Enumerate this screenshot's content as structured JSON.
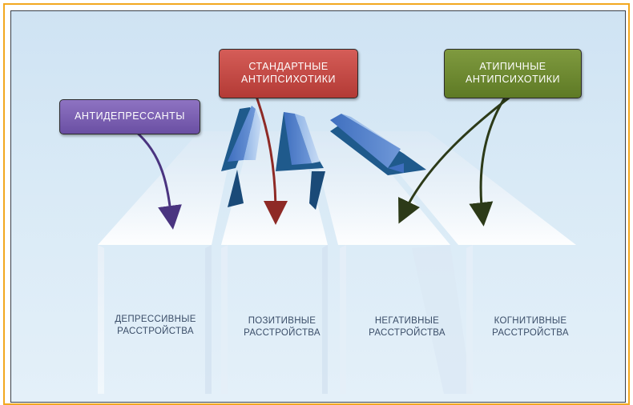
{
  "drug_classes": {
    "antidepressants": "АНТИДЕПРЕССАНТЫ",
    "standard": {
      "line1": "СТАНДАРТНЫЕ",
      "line2": "АНТИПСИХОТИКИ"
    },
    "atypical": {
      "line1": "АТИПИЧНЫЕ",
      "line2": "АНТИПСИХОТИКИ"
    }
  },
  "disorders": [
    {
      "line1": "ДЕПРЕССИВНЫЕ",
      "line2": "РАССТРОЙСТВА"
    },
    {
      "line1": "ПОЗИТИВНЫЕ",
      "line2": "РАССТРОЙСТВА"
    },
    {
      "line1": "НЕГАТИВНЫЕ",
      "line2": "РАССТРОЙСТВА"
    },
    {
      "line1": "КОГНИТИВНЫЕ",
      "line2": "РАССТРОЙСТВА"
    }
  ],
  "colors": {
    "antidepressants": "#6a4fa3",
    "standard": "#b33a35",
    "atypical": "#5e7a25",
    "frame": "#f2a81f"
  }
}
